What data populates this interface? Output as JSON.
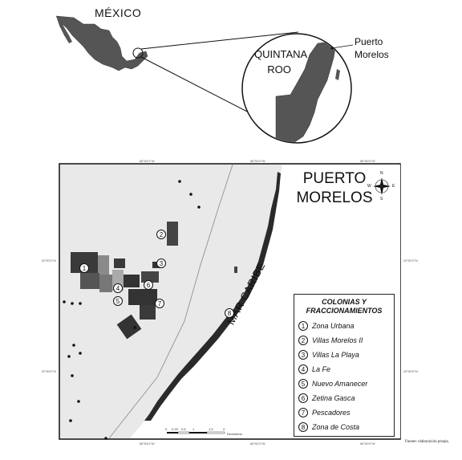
{
  "inset": {
    "country_label": "MÉXICO",
    "state_label_line1": "QUINTANA",
    "state_label_line2": "ROO",
    "town_label_line1": "Puerto",
    "town_label_line2": "Morelos"
  },
  "main_map": {
    "title_line1": "PUERTO",
    "title_line2": "MORELOS",
    "sea_label": "MAR CARIBE",
    "compass": {
      "n": "N",
      "s": "S",
      "e": "E",
      "w": "W"
    },
    "coords": {
      "top": [
        "86°54'0\"W",
        "86°52'0\"W",
        "86°50'0\"W"
      ],
      "bottom": [
        "86°54'0\"W",
        "86°52'0\"W",
        "86°50'0\"W"
      ],
      "left": [
        "20°52'0\"N",
        "20°50'0\"N"
      ],
      "right": [
        "20°52'0\"N",
        "20°50'0\"N"
      ]
    },
    "scale": {
      "ticks": [
        "0",
        "0.25",
        "0.5",
        "1",
        "1.5",
        "2"
      ],
      "unit": "Kilometers"
    },
    "markers": [
      "1",
      "2",
      "3",
      "4",
      "5",
      "6",
      "7",
      "8"
    ]
  },
  "legend": {
    "title_line1": "COLONIAS Y",
    "title_line2": "FRACCIONAMIENTOS",
    "items": [
      {
        "num": "1",
        "label": "Zona Urbana"
      },
      {
        "num": "2",
        "label": "Villas Morelos II"
      },
      {
        "num": "3",
        "label": "Villas La Playa"
      },
      {
        "num": "4",
        "label": "La Fe"
      },
      {
        "num": "5",
        "label": "Nuevo Amanecer"
      },
      {
        "num": "6",
        "label": "Zetina Gasca"
      },
      {
        "num": "7",
        "label": "Pescadores"
      },
      {
        "num": "8",
        "label": "Zona de Costa"
      }
    ]
  },
  "source": "Fuente: elaboración propia."
}
